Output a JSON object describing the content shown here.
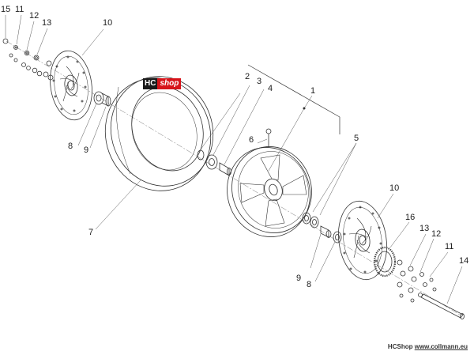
{
  "diagram": {
    "part_numbers": [
      "15",
      "11",
      "12",
      "13",
      "10",
      "2",
      "3",
      "4",
      "1",
      "6",
      "5",
      "8",
      "9",
      "7",
      "10",
      "16",
      "13",
      "12",
      "11",
      "14",
      "9",
      "8"
    ],
    "badge": {
      "prefix": "HC",
      "suffix": "shop",
      "colors": {
        "prefix_bg": "#1a1a1a",
        "suffix_bg": "#d7141a"
      }
    },
    "footer": {
      "brand": "HCShop",
      "site": "www.collmann.eu"
    },
    "colors": {
      "line": "#333333",
      "leader": "#555555",
      "fill": "#ffffff"
    }
  }
}
